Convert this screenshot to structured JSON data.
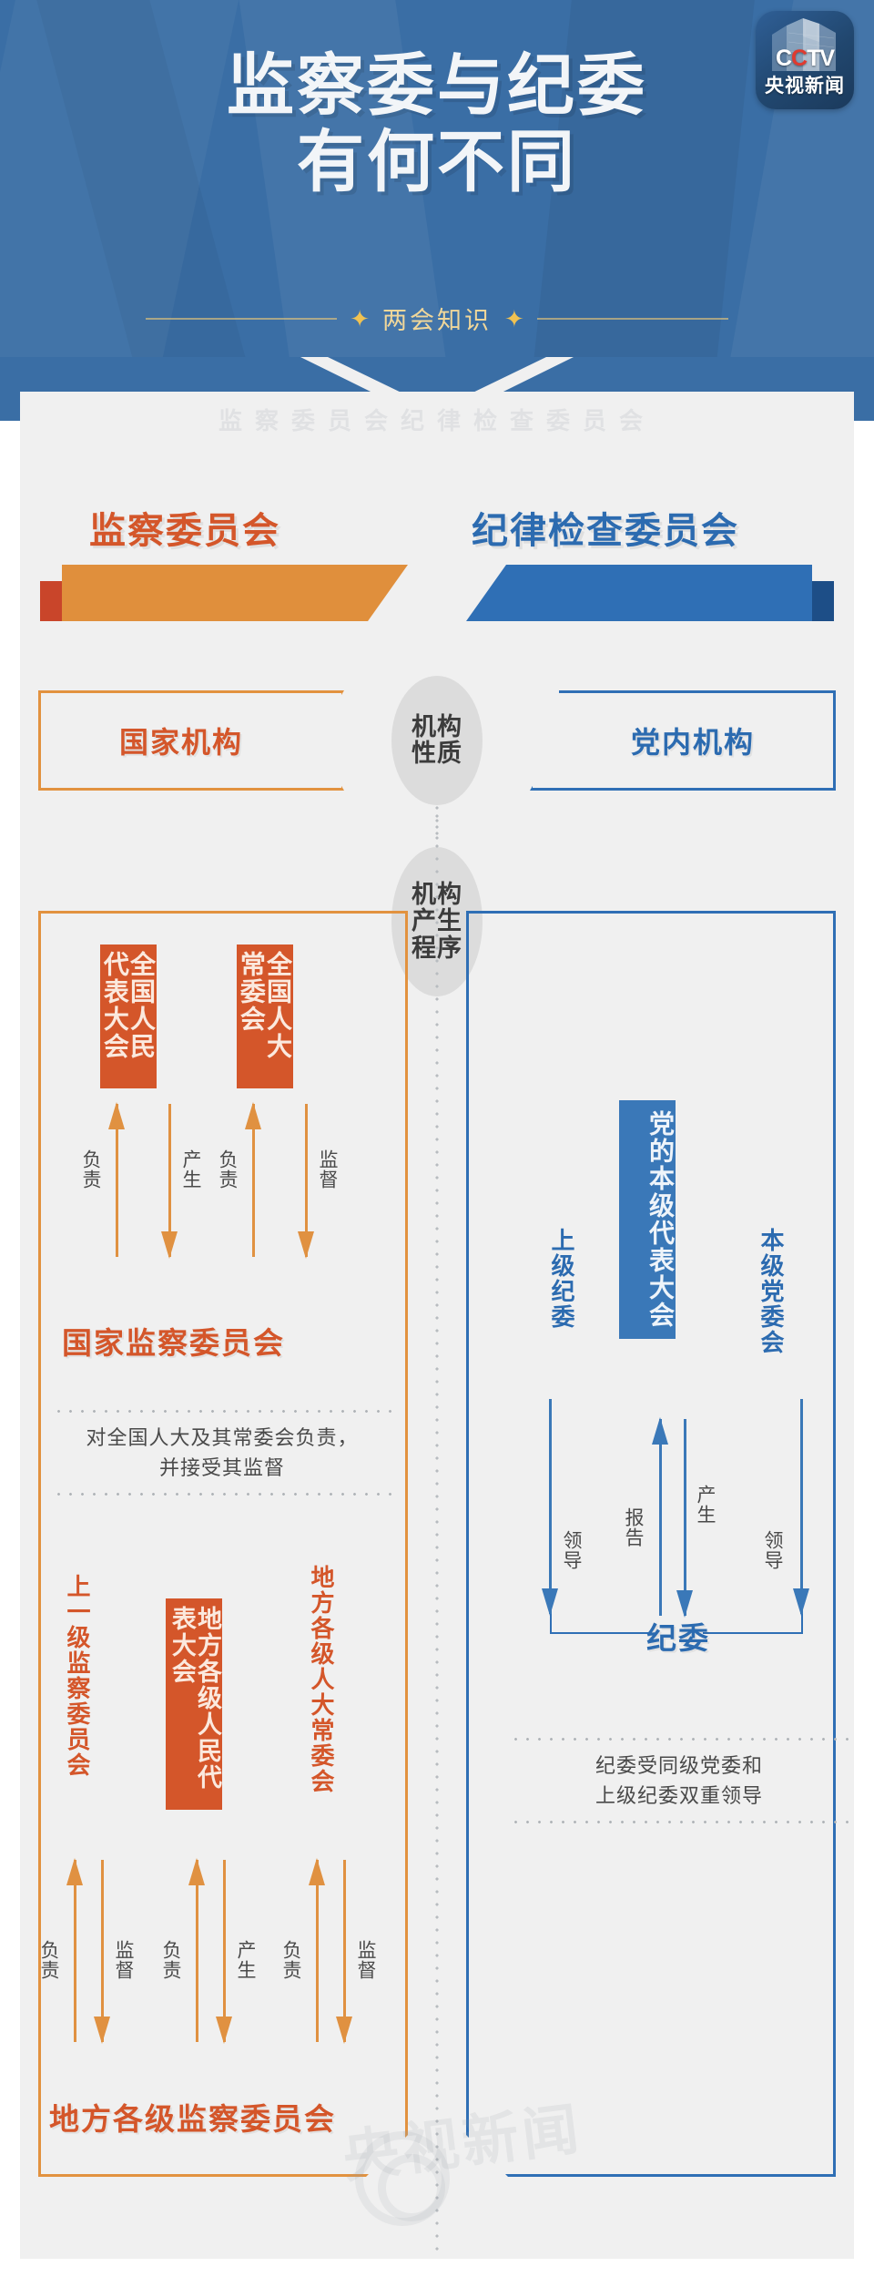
{
  "header": {
    "title_line1": "监察委与纪委",
    "title_line2": "有何不同",
    "subtitle": "两会知识",
    "star_left": "✦",
    "star_right": "✦",
    "logo": {
      "brand": "CCTV",
      "brand_c1": "C",
      "brand_c2": "C",
      "brand_tv": "TV",
      "sub": "央视新闻"
    },
    "accent_blue": "#3a6ea5",
    "accent_gold": "#f0c252"
  },
  "columns": {
    "left": {
      "title": "监察委员会",
      "color": "#d4562a"
    },
    "right": {
      "title": "纪律检查委员会",
      "color": "#2c6bb0"
    }
  },
  "rows": {
    "nature": {
      "pill": "机构\n性质",
      "pill_l1": "机构",
      "pill_l2": "性质",
      "left_value": "国家机构",
      "right_value": "党内机构"
    },
    "procedure": {
      "pill_l1": "机构",
      "pill_l2": "产生",
      "pill_l3": "程序"
    }
  },
  "left_diagram": {
    "top_boxes": [
      {
        "text": "全国人民代表大会"
      },
      {
        "text": "全国人大常委会"
      }
    ],
    "top_arrows": [
      {
        "label": "负责",
        "direction": "up"
      },
      {
        "label": "产生",
        "direction": "down"
      },
      {
        "label": "负责",
        "direction": "up"
      },
      {
        "label": "监督",
        "direction": "down"
      }
    ],
    "mid_heading": "国家监察委员会",
    "note_line1": "对全国人大及其常委会负责，",
    "note_line2": "并接受其监督",
    "bottom_labels": {
      "left": "上一级监察委员会",
      "center_box": "地方各级人民代表大会",
      "right": "地方各级人大常委会"
    },
    "bottom_arrows": [
      {
        "label": "负责",
        "direction": "up"
      },
      {
        "label": "监督",
        "direction": "down"
      },
      {
        "label": "负责",
        "direction": "up"
      },
      {
        "label": "产生",
        "direction": "down"
      },
      {
        "label": "负责",
        "direction": "up"
      },
      {
        "label": "监督",
        "direction": "down"
      }
    ],
    "bottom_heading": "地方各级监察委员会"
  },
  "right_diagram": {
    "center_box": "党的本级代表大会",
    "left_label": "上级纪委",
    "right_label": "本级党委会",
    "arrows": [
      {
        "label": "领导",
        "direction": "down"
      },
      {
        "label": "报告",
        "direction": "up"
      },
      {
        "label": "产生",
        "direction": "down"
      },
      {
        "label": "领导",
        "direction": "down"
      }
    ],
    "heading": "纪委",
    "note_line1": "纪委受同级党委和",
    "note_line2": "上级纪委双重领导"
  },
  "watermark": {
    "text": "央视新闻"
  },
  "ghost_text": "监察委员会纪律检查委员会"
}
